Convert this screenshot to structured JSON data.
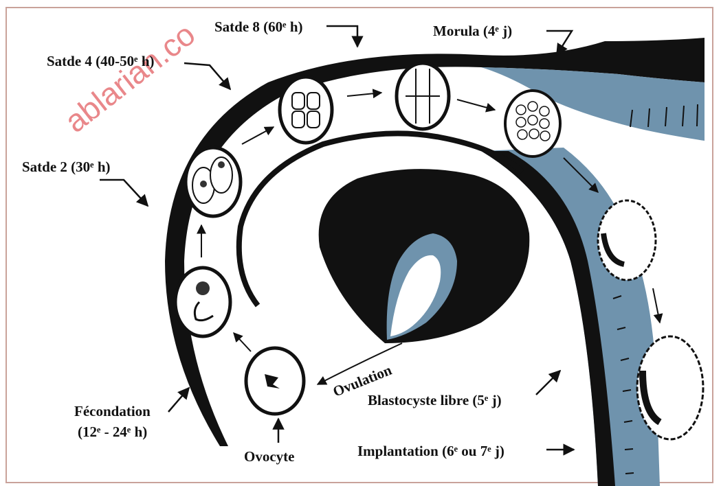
{
  "watermark": "ablarian.co",
  "labels": {
    "stade8": "Satde 8 (60ᵉ h)",
    "morula": "Morula (4ᵉ j)",
    "stade4": "Satde 4 (40-50ᵉ h)",
    "stade2": "Satde 2 (30ᵉ h)",
    "fecondation_line1": "Fécondation",
    "fecondation_line2": "(12ᵉ - 24ᵉ h)",
    "ovocyte": "Ovocyte",
    "ovulation": "Ovulation",
    "blastocyste": "Blastocyste libre (5ᵉ j)",
    "implantation": "Implantation (6ᵉ ou 7ᵉ j)"
  },
  "colors": {
    "tissue_dark": "#111111",
    "tissue_blue": "#6f93ad",
    "frame": "#c9a29a",
    "watermark": "#d8262c"
  }
}
